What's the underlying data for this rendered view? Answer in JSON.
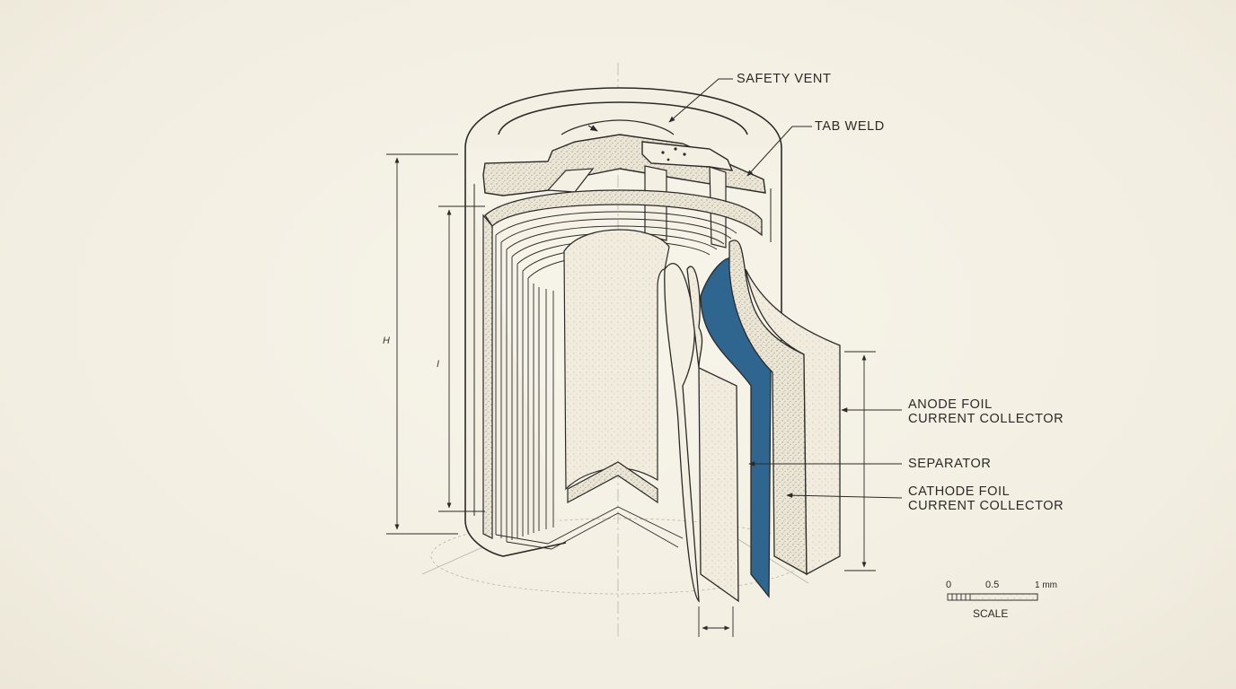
{
  "labels": {
    "safety_vent": "SAFETY VENT",
    "tab_weld": "TAB WELD",
    "anode_line1": "ANODE FOIL",
    "anode_line2": "CURRENT COLLECTOR",
    "separator": "SEPARATOR",
    "cathode_line1": "CATHODE FOIL",
    "cathode_line2": "CURRENT COLLECTOR"
  },
  "dimensions": {
    "height_symbol": "H",
    "inner_symbol": "I"
  },
  "scale": {
    "tick_0": "0",
    "tick_mid": "0.5",
    "tick_end": "1 mm",
    "caption": "SCALE"
  },
  "colors": {
    "ink": "#2a2a28",
    "paper": "#f4f0e4",
    "separator_blue": "#2f6690",
    "stipple": "#d9d3c3"
  }
}
